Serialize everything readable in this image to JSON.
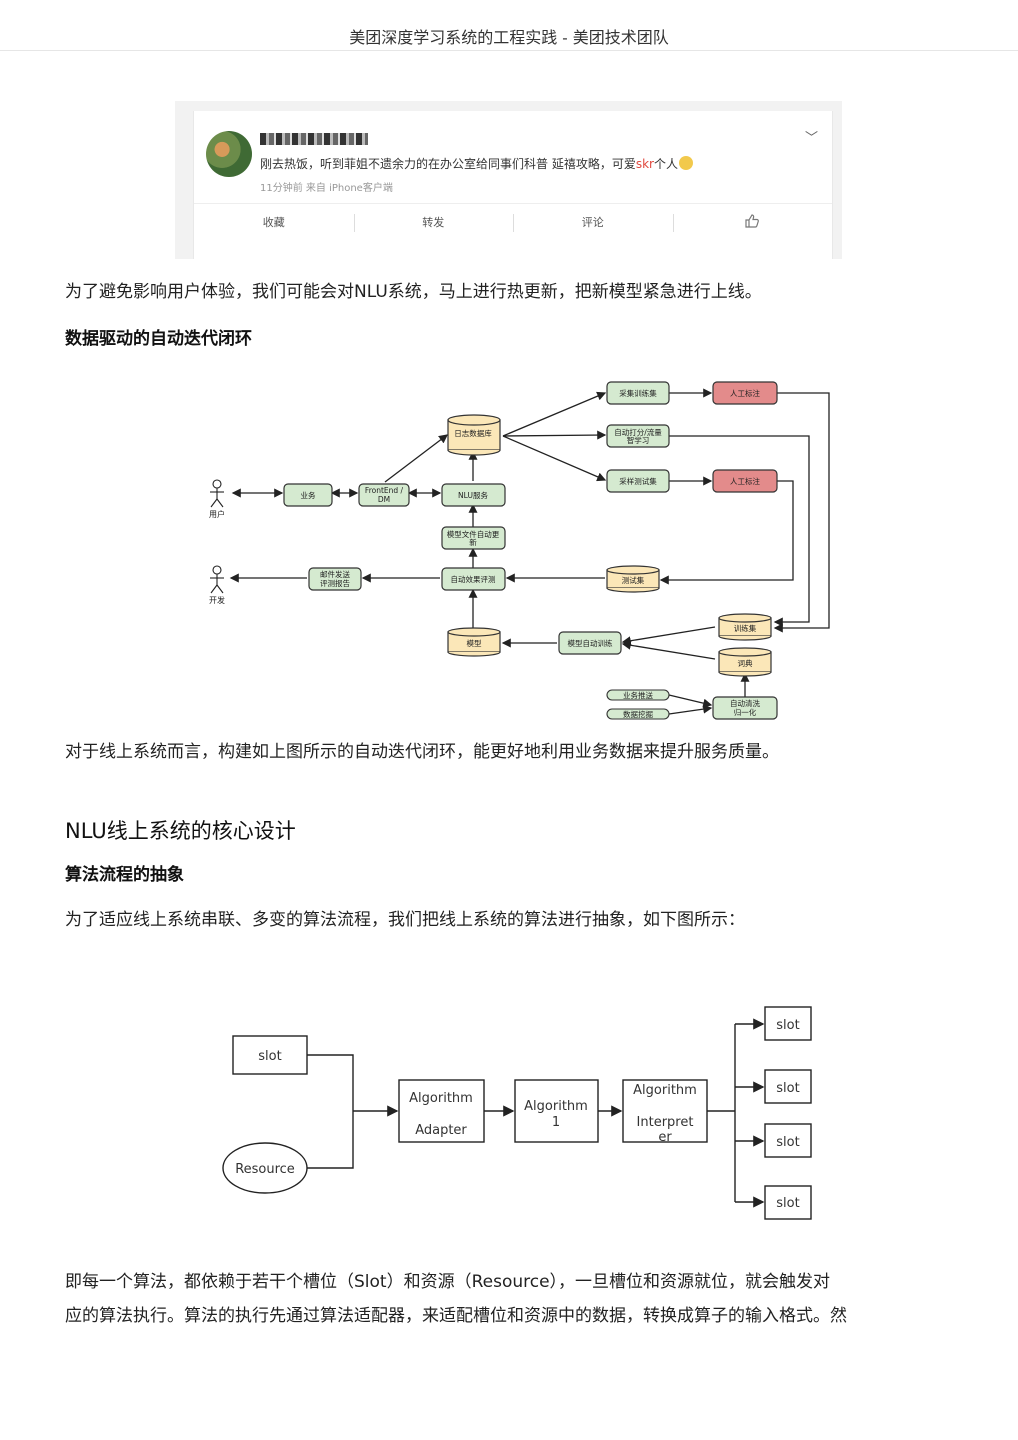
{
  "header": {
    "title": "美团深度学习系统的工程实践 - 美团技术团队"
  },
  "weibo": {
    "text_before": "刚去热饭，听到菲姐不遗余力的在办公室给同事们科普 延禧攻略，可爱",
    "text_red": "skr",
    "text_after": "个人",
    "meta": "11分钟前 来自 iPhone客户端",
    "actions": [
      "收藏",
      "转发",
      "评论"
    ],
    "like_icon": "thumbs-up-icon",
    "more_icon": "chevron-down-icon"
  },
  "body": {
    "p1": "为了避免影响用户体验，我们可能会对NLU系统，马上进行热更新，把新模型紧急进行上线。",
    "h_closed_loop": "数据驱动的自动迭代闭环",
    "p2": "对于线上系统而言，构建如上图所示的自动迭代闭环，能更好地利用业务数据来提升服务质量。",
    "h2_core": "NLU线上系统的核心设计",
    "h_abstract": "算法流程的抽象",
    "p3": "为了适应线上系统串联、多变的算法流程，我们把线上系统的算法进行抽象，如下图所示：",
    "p4_line1": "即每一个算法，都依赖于若干个槽位（Slot）和资源（Resource），一旦槽位和资源就位，就会触发对",
    "p4_line2": "应的算法执行。算法的执行先通过算法适配器，来适配槽位和资源中的数据，转换成算子的输入格式。然"
  },
  "diagram1": {
    "user": "用户",
    "dev": "开发",
    "biz": "业务",
    "frontend_1": "FrontEnd /",
    "frontend_2": "DM",
    "nlu": "NLU服务",
    "logdb": "日志数据库",
    "model_update_1": "模型文件自动更",
    "model_update_2": "新",
    "auto_eval": "自动效果评测",
    "mail_1": "邮件发送",
    "mail_2": "评测报告",
    "model": "模型",
    "auto_train": "模型自动训练",
    "sample_train": "采集训练集",
    "auto_score_1": "自动打分/流量",
    "auto_score_2": "智学习",
    "sample_test": "采样测试集",
    "label1": "人工标注",
    "label2": "人工标注",
    "testset": "测试集",
    "trainset": "训练集",
    "dict": "词典",
    "clean_1": "自动清洗",
    "clean_2": "归一化",
    "biz_push": "业务推送",
    "data_mining": "数据挖掘"
  },
  "diagram2": {
    "slot_in": "slot",
    "resource": "Resource",
    "adapter_1": "Algorithm",
    "adapter_2": "Adapter",
    "algo1_1": "Algorithm",
    "algo1_2": "1",
    "interp_1": "Algorithm",
    "interp_2": "Interpret",
    "interp_3": "er",
    "slot_out": [
      "slot",
      "slot",
      "slot",
      "slot"
    ]
  }
}
